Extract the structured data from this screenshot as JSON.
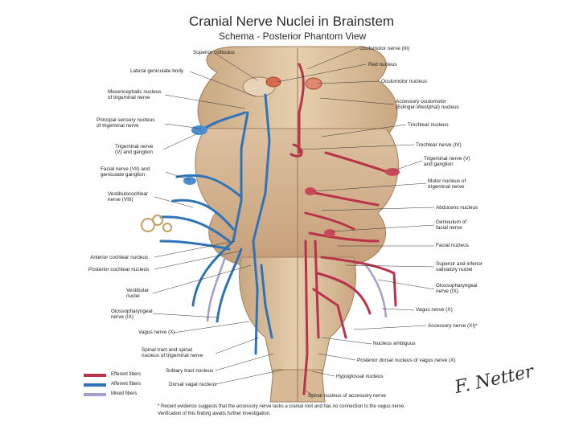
{
  "title": "Cranial Nerve Nuclei in Brainstem",
  "subtitle": "Schema - Posterior Phantom View",
  "labels_left": [
    "Superior colliculus",
    "Lateral geniculate body",
    "Mesencephalic nucleus\nof trigeminal nerve",
    "Principal sensory nucleus\nof trigeminal nerve",
    "Trigeminal nerve\n(V) and ganglion",
    "Facial nerve (VII) and\ngeniculate ganglion",
    "Vestibulocochlear\nnerve (VIII)",
    "Anterior cochlear nucleus",
    "Posterior cochlear nucleus",
    "Vestibular\nnuclei",
    "Glossopharyngeal\nnerve (IX)",
    "Vagus nerve (X)",
    "Spinal tract and spinal\nnucleus of trigeminal nerve",
    "Solitary tract nucleus",
    "Dorsal vagal nucleus"
  ],
  "labels_right": [
    "Oculomotor nerve (III)",
    "Red nucleus",
    "Oculomotor nucleus",
    "Accessory oculomotor\n(Edinger-Westphal) nucleus",
    "Trochlear nucleus",
    "Trochlear nerve (IV)",
    "Trigeminal nerve (V)\nand ganglion",
    "Motor nucleus of\ntrigeminal nerve",
    "Abducens nucleus",
    "Genioulum of\nfacial nerve",
    "Facial nucleus",
    "Superior and inferior\nsalivatory nuclei",
    "Glossopharyngeal\nnerve (IX)",
    "Vagus nerve (X)",
    "Accessory nerve (XI)*",
    "Nucleus ambiguus",
    "Posterior dorsal nucleus of vagus nerve (X)",
    "Hypoglossal nucleus",
    "Spinal nucleus of accessory nerve"
  ],
  "legend": [
    {
      "label": "Efferent fibers",
      "color": "#b8344a"
    },
    {
      "label": "Afferent fibers",
      "color": "#2f73b8"
    },
    {
      "label": "Mixed fibers",
      "color": "#a89ccb"
    }
  ],
  "footnote": [
    "* Recent evidence suggests that the accessory nerve lacks a cranial root and has no connection to the vagus nerve.",
    "Verification of this finding awaits further investigation."
  ],
  "signature": "F. Netter"
}
